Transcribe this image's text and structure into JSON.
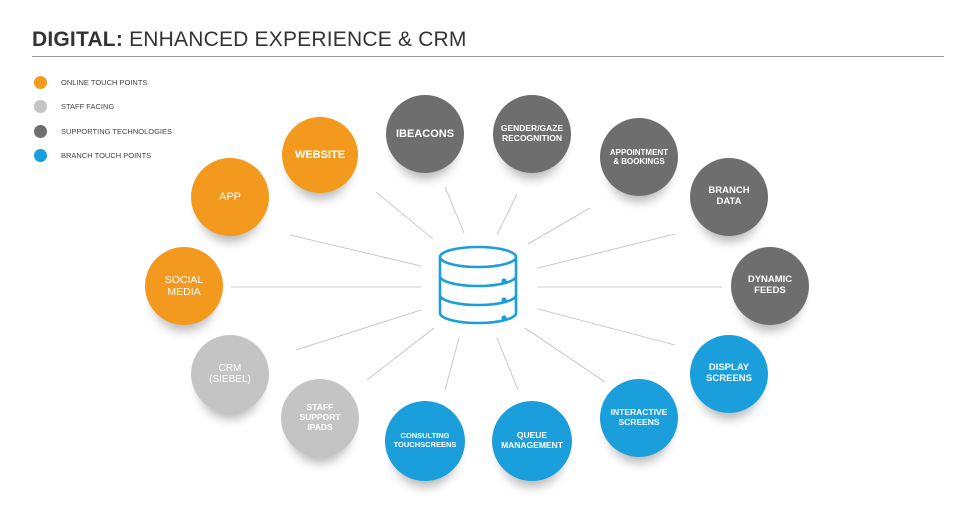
{
  "title": {
    "bold": "DIGITAL:",
    "rest": " ENHANCED EXPERIENCE & CRM"
  },
  "colors": {
    "orange": "#f39a1e",
    "lightgray": "#c4c4c4",
    "darkgray": "#6e6e6e",
    "blue": "#1a9fdc",
    "hub": "#1a9fdc"
  },
  "legend": [
    {
      "label": "ONLINE TOUCH POINTS",
      "color": "#f39a1e"
    },
    {
      "label": "STAFF FACING",
      "color": "#c4c4c4"
    },
    {
      "label": "SUPPORTING TECHNOLOGIES",
      "color": "#6e6e6e"
    },
    {
      "label": "BRANCH TOUCH POINTS",
      "color": "#1a9fdc"
    }
  ],
  "hub": {
    "icon": "database-icon"
  },
  "nodes": [
    {
      "id": "website",
      "label": "WEBSITE",
      "category": "orange"
    },
    {
      "id": "ibeacons",
      "label": "IBEACONS",
      "category": "darkgray"
    },
    {
      "id": "gender-gaze-recognition",
      "label": "GENDER/GAZE\nRECOGNITION",
      "category": "darkgray"
    },
    {
      "id": "appointment-bookings",
      "label": "APPOINTMENT\n& BOOKINGS",
      "category": "darkgray"
    },
    {
      "id": "app",
      "label": "APP",
      "category": "orange"
    },
    {
      "id": "branch-data",
      "label": "BRANCH\nDATA",
      "category": "darkgray"
    },
    {
      "id": "social-media",
      "label": "SOCIAL\nMEDIA",
      "category": "orange"
    },
    {
      "id": "dynamic-feeds",
      "label": "DYNAMIC\nFEEDS",
      "category": "darkgray"
    },
    {
      "id": "crm-siebel",
      "label": "CRM\n(SIEBEL)",
      "category": "lightgray"
    },
    {
      "id": "display-screens",
      "label": "DISPLAY\nSCREENS",
      "category": "blue"
    },
    {
      "id": "staff-support-ipads",
      "label": "STAFF\nSUPPORT\nIPADS",
      "category": "lightgray"
    },
    {
      "id": "interactive-screens",
      "label": "INTERACTIVE\nSCREENS",
      "category": "blue"
    },
    {
      "id": "consulting-touchscreens",
      "label": "CONSULTING\nTOUCHSCREENS",
      "category": "blue"
    },
    {
      "id": "queue-management",
      "label": "QUEUE\nMANAGEMENT",
      "category": "blue"
    }
  ]
}
